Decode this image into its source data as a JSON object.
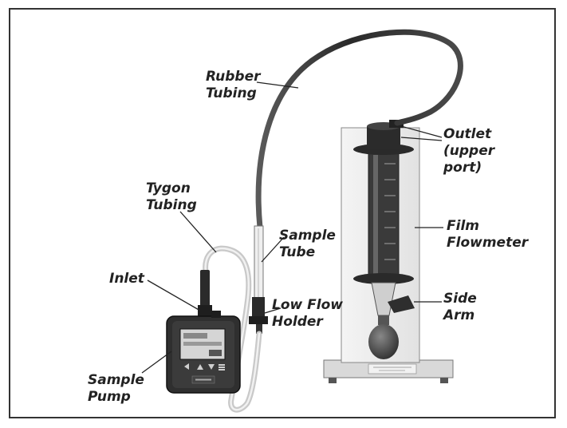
{
  "labels": {
    "rubber_tubing": [
      "Rubber",
      "Tubing"
    ],
    "outlet": [
      "Outlet",
      "(upper",
      "port)"
    ],
    "tygon_tubing": [
      "Tygon",
      "Tubing"
    ],
    "sample_tube": [
      "Sample",
      "Tube"
    ],
    "film_flowmeter": [
      "Film",
      "Flowmeter"
    ],
    "inlet": [
      "Inlet"
    ],
    "low_flow_holder": [
      "Low Flow",
      "Holder"
    ],
    "side_arm": [
      "Side",
      "Arm"
    ],
    "sample_pump": [
      "Sample",
      "Pump"
    ]
  },
  "colors": {
    "border": "#333333",
    "label_text": "#222222",
    "equipment_dark": "#2b2b2b",
    "panel": "#eeeeee",
    "tubing_light": "#d8d8d8"
  },
  "icons": {
    "pump_brand": "skc-logo",
    "pump_buttons": [
      "back-arrow-icon",
      "up-arrow-icon",
      "down-arrow-icon",
      "menu-icon"
    ]
  }
}
